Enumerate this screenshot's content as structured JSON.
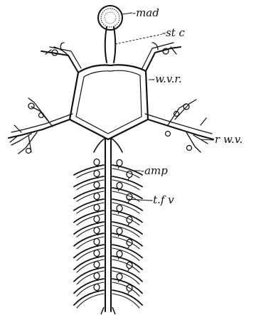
{
  "diagram": {
    "labels": {
      "mad": "-mad",
      "st_c": "-st c",
      "wvr": "-w.v.r.",
      "rwv": "r w.v.",
      "amp": "-amp",
      "tfv": "-t.f v"
    }
  },
  "colors": {
    "ink": "#111111",
    "paper": "#ffffff"
  }
}
